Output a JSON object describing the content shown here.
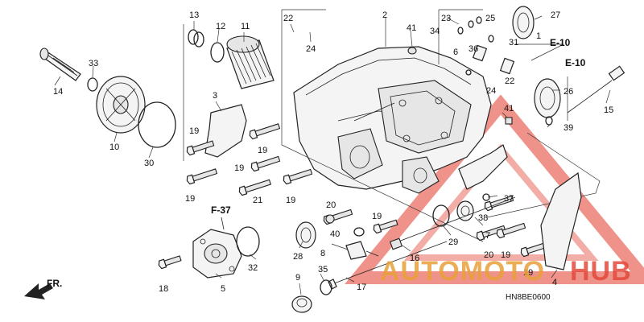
{
  "diagram": {
    "drawing_code": "HN8BE0600",
    "direction_label": "FR.",
    "refs": [
      "F-37",
      "E-10",
      "E-10"
    ],
    "callouts": [
      "1",
      "2",
      "3",
      "4",
      "5",
      "6",
      "7",
      "8",
      "9",
      "10",
      "11",
      "12",
      "13",
      "14",
      "15",
      "16",
      "17",
      "18",
      "19",
      "20",
      "21",
      "22",
      "23",
      "24",
      "25",
      "26",
      "27",
      "28",
      "29",
      "30",
      "31",
      "32",
      "33",
      "34",
      "35",
      "36",
      "37",
      "38",
      "39",
      "40",
      "41"
    ]
  },
  "watermark": {
    "text_part1": "AUTOMOTO",
    "text_part2": "HUB",
    "color_primary": "#e8a13a",
    "color_secondary": "#e34a3b"
  }
}
